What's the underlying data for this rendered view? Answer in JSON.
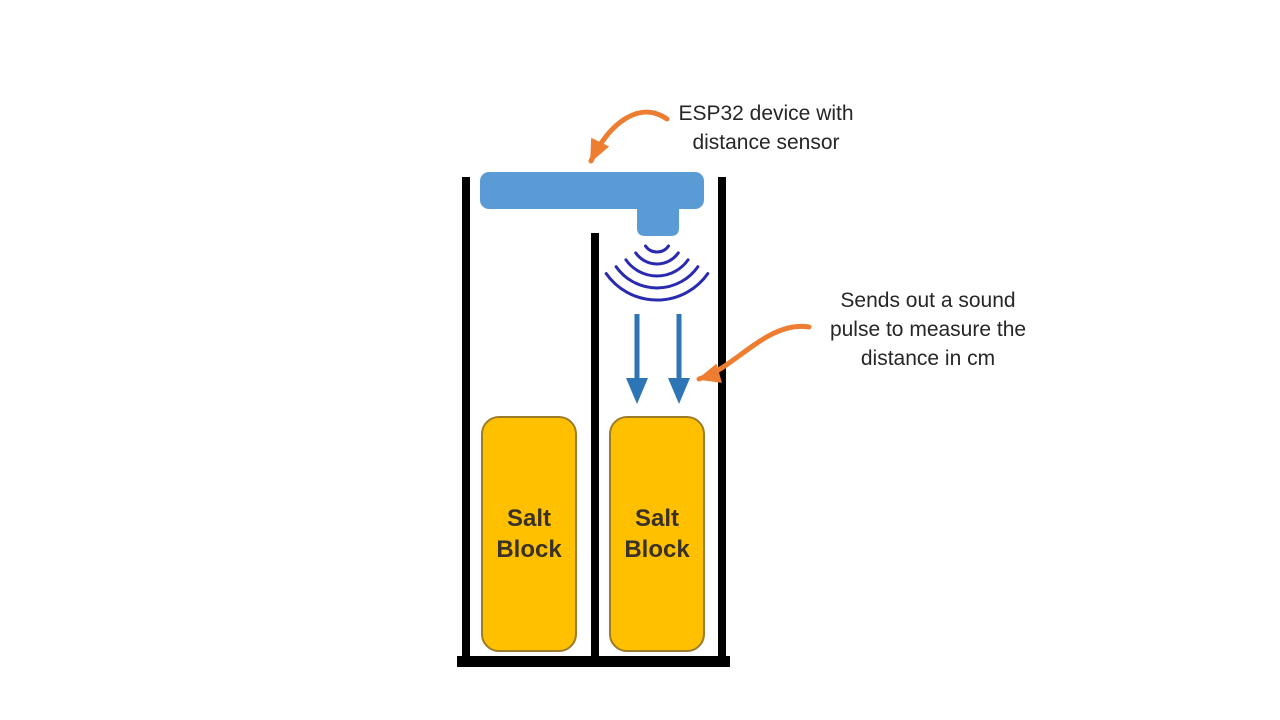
{
  "annotations": {
    "esp32_label": "ESP32 device with\ndistance sensor",
    "pulse_label": "Sends out a sound\npulse to measure the\ndistance in cm"
  },
  "blocks": [
    {
      "label": "Salt\nBlock"
    },
    {
      "label": "Salt\nBlock"
    }
  ],
  "colors": {
    "background": "#FFFFFF",
    "device_blue": "#5B9BD5",
    "pulse_arrow_blue": "#2E75B6",
    "sound_wave_blue": "#2A2AB0",
    "annotation_orange": "#ED7D31",
    "salt_block_fill": "#FFC000",
    "salt_block_border": "#9C7C28",
    "container_outline": "#000000",
    "text_color": "#262626"
  }
}
